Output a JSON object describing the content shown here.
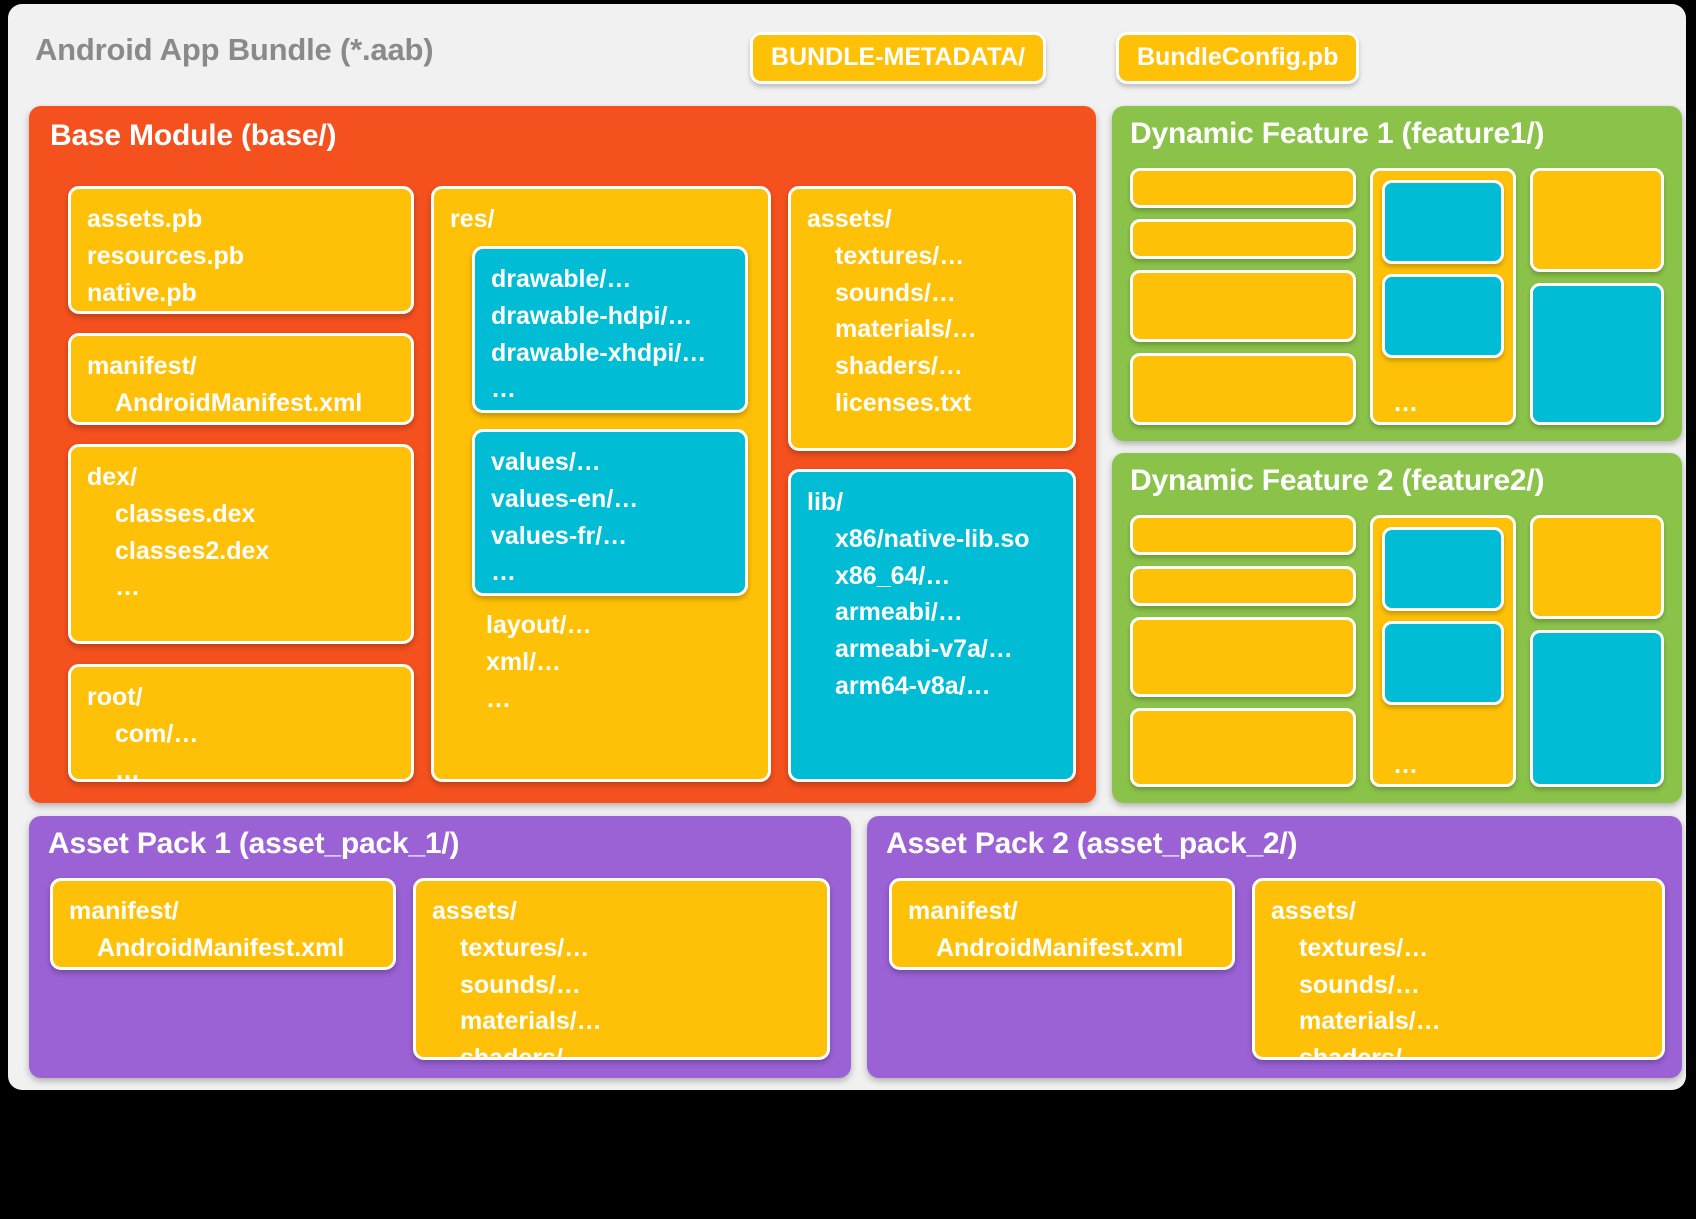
{
  "bundle": {
    "title": "Android App Bundle (*.aab)",
    "chips": [
      {
        "name": "bundle-metadata",
        "label": "BUNDLE-METADATA/"
      },
      {
        "name": "bundle-config",
        "label": "BundleConfig.pb"
      }
    ]
  },
  "base_module": {
    "title": "Base Module (base/)",
    "pb_box": {
      "lines": [
        "assets.pb",
        "resources.pb",
        "native.pb"
      ]
    },
    "manifest_box": {
      "head": "manifest/",
      "lines": [
        "AndroidManifest.xml"
      ]
    },
    "dex_box": {
      "head": "dex/",
      "lines": [
        "classes.dex",
        "classes2.dex",
        "…"
      ]
    },
    "root_box": {
      "head": "root/",
      "lines": [
        "com/…",
        "…"
      ]
    },
    "res_box": {
      "head": "res/",
      "drawable": {
        "lines": [
          "drawable/…",
          "drawable-hdpi/…",
          "drawable-xhdpi/…",
          "…"
        ]
      },
      "values": {
        "lines": [
          "values/…",
          "values-en/…",
          "values-fr/…",
          "…"
        ]
      },
      "tail": [
        "layout/…",
        "xml/…",
        "…"
      ]
    },
    "assets_box": {
      "head": "assets/",
      "lines": [
        "textures/…",
        "sounds/…",
        "materials/…",
        "shaders/…",
        "licenses.txt"
      ]
    },
    "lib_box": {
      "head": "lib/",
      "lines": [
        "x86/native-lib.so",
        "x86_64/…",
        "armeabi/…",
        "armeabi-v7a/…",
        "arm64-v8a/…"
      ]
    }
  },
  "dynamic_features": [
    {
      "title": "Dynamic Feature 1 (feature1/)",
      "ellipsis": "…"
    },
    {
      "title": "Dynamic Feature 2 (feature2/)",
      "ellipsis": "…"
    }
  ],
  "asset_packs": [
    {
      "title": "Asset Pack 1 (asset_pack_1/)",
      "manifest_box": {
        "head": "manifest/",
        "lines": [
          "AndroidManifest.xml"
        ]
      },
      "assets_box": {
        "head": "assets/",
        "lines": [
          "textures/…",
          "sounds/…",
          "materials/…",
          "shaders/…"
        ]
      }
    },
    {
      "title": "Asset Pack 2 (asset_pack_2/)",
      "manifest_box": {
        "head": "manifest/",
        "lines": [
          "AndroidManifest.xml"
        ]
      },
      "assets_box": {
        "head": "assets/",
        "lines": [
          "textures/…",
          "sounds/…",
          "materials/…",
          "shaders/…"
        ]
      }
    }
  ],
  "colors": {
    "bundle_background": "#F1F1F1",
    "base_module": "#F4511E",
    "dynamic_feature": "#8BC34A",
    "asset_pack": "#9B62D6",
    "yellow_box": "#FFC107",
    "cyan_box": "#00BCD4",
    "title_grey": "#8A8A8A",
    "page_background": "#000000"
  }
}
